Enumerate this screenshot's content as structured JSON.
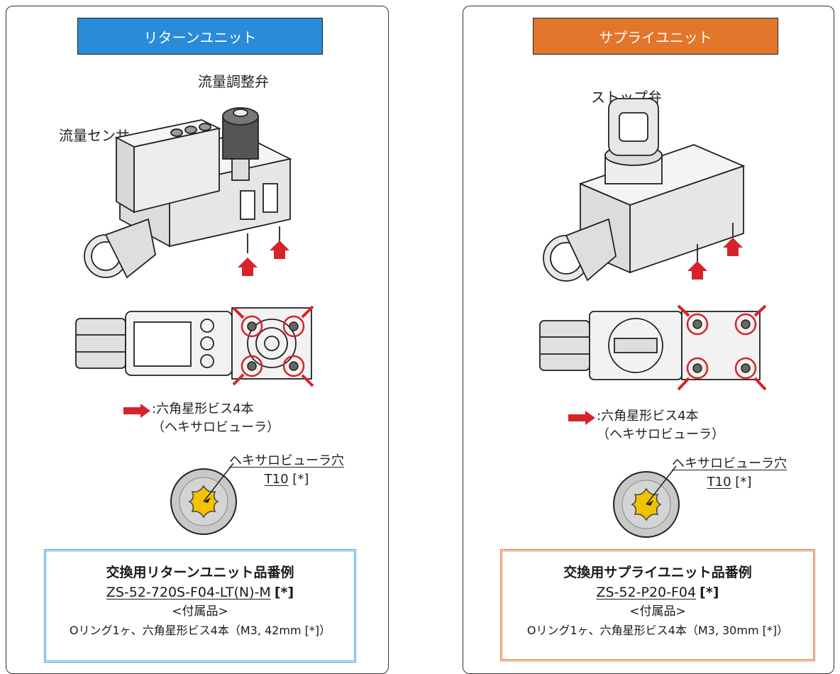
{
  "left": {
    "title": "リターンユニット",
    "title_color": "#2a8cd8",
    "labels": {
      "valve": "流量調整弁",
      "sensor": "流量センサ"
    },
    "legend": {
      "line1": ":六角星形ビス4本",
      "line2": "（ヘキサロビューラ）"
    },
    "hex_label": {
      "line1": "ヘキサロビューラ穴",
      "size": "T10",
      "note": "[*]"
    },
    "box": {
      "heading": "交換用リターンユニット品番例",
      "part_number": "ZS-52-720S-F04-LT(N)-M",
      "note": "[*]",
      "accessories": "<付属品>",
      "parts": "Oリング1ヶ、六角星形ビス4本（M3, 42mm [*]）",
      "border_color": "#3aa0e0"
    }
  },
  "right": {
    "title": "サプライユニット",
    "title_color": "#e2762a",
    "labels": {
      "valve": "ストップ弁"
    },
    "legend": {
      "line1": ":六角星形ビス4本",
      "line2": "（ヘキサロビューラ）"
    },
    "hex_label": {
      "line1": "ヘキサロビューラ穴",
      "size": "T10",
      "note": "[*]"
    },
    "box": {
      "heading": "交換用サプライユニット品番例",
      "part_number": "ZS-52-P20-F04",
      "note": "[*]",
      "accessories": "<付属品>",
      "parts": "Oリング1ヶ、六角星形ビス4本（M3, 30mm [*]）",
      "border_color": "#e0703a"
    }
  },
  "accent_red": "#d8222a",
  "screw_yellow": "#f2c200"
}
